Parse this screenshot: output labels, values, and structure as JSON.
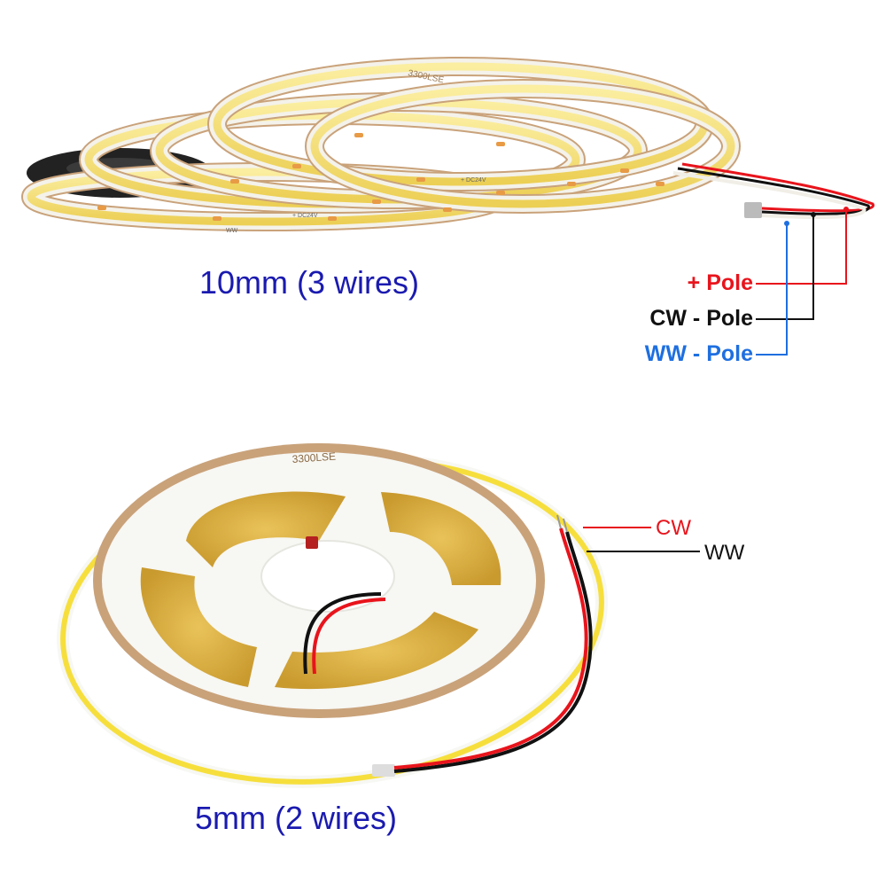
{
  "top_product": {
    "size_label": "10mm (3 wires)",
    "strip_print": "+ DC24V",
    "led_mark": "WW",
    "reel_print": "3300LSE",
    "poles": [
      {
        "label": "+ Pole",
        "color": "#e8141c"
      },
      {
        "label": "CW - Pole",
        "color": "#111111"
      },
      {
        "label": "WW - Pole",
        "color": "#1e6fe0"
      }
    ]
  },
  "bottom_product": {
    "size_label": "5mm (2 wires)",
    "reel_print": "3300LSE",
    "wires": [
      {
        "label": "CW",
        "color": "#e8141c"
      },
      {
        "label": "WW",
        "color": "#111111"
      }
    ]
  },
  "colors": {
    "strip_yellow": "#f4e07a",
    "strip_white": "#f4f2ea",
    "tape_brown": "#c9a27a",
    "reel_white": "#f7f7f3",
    "size_label_blue": "#1a1ab0"
  }
}
